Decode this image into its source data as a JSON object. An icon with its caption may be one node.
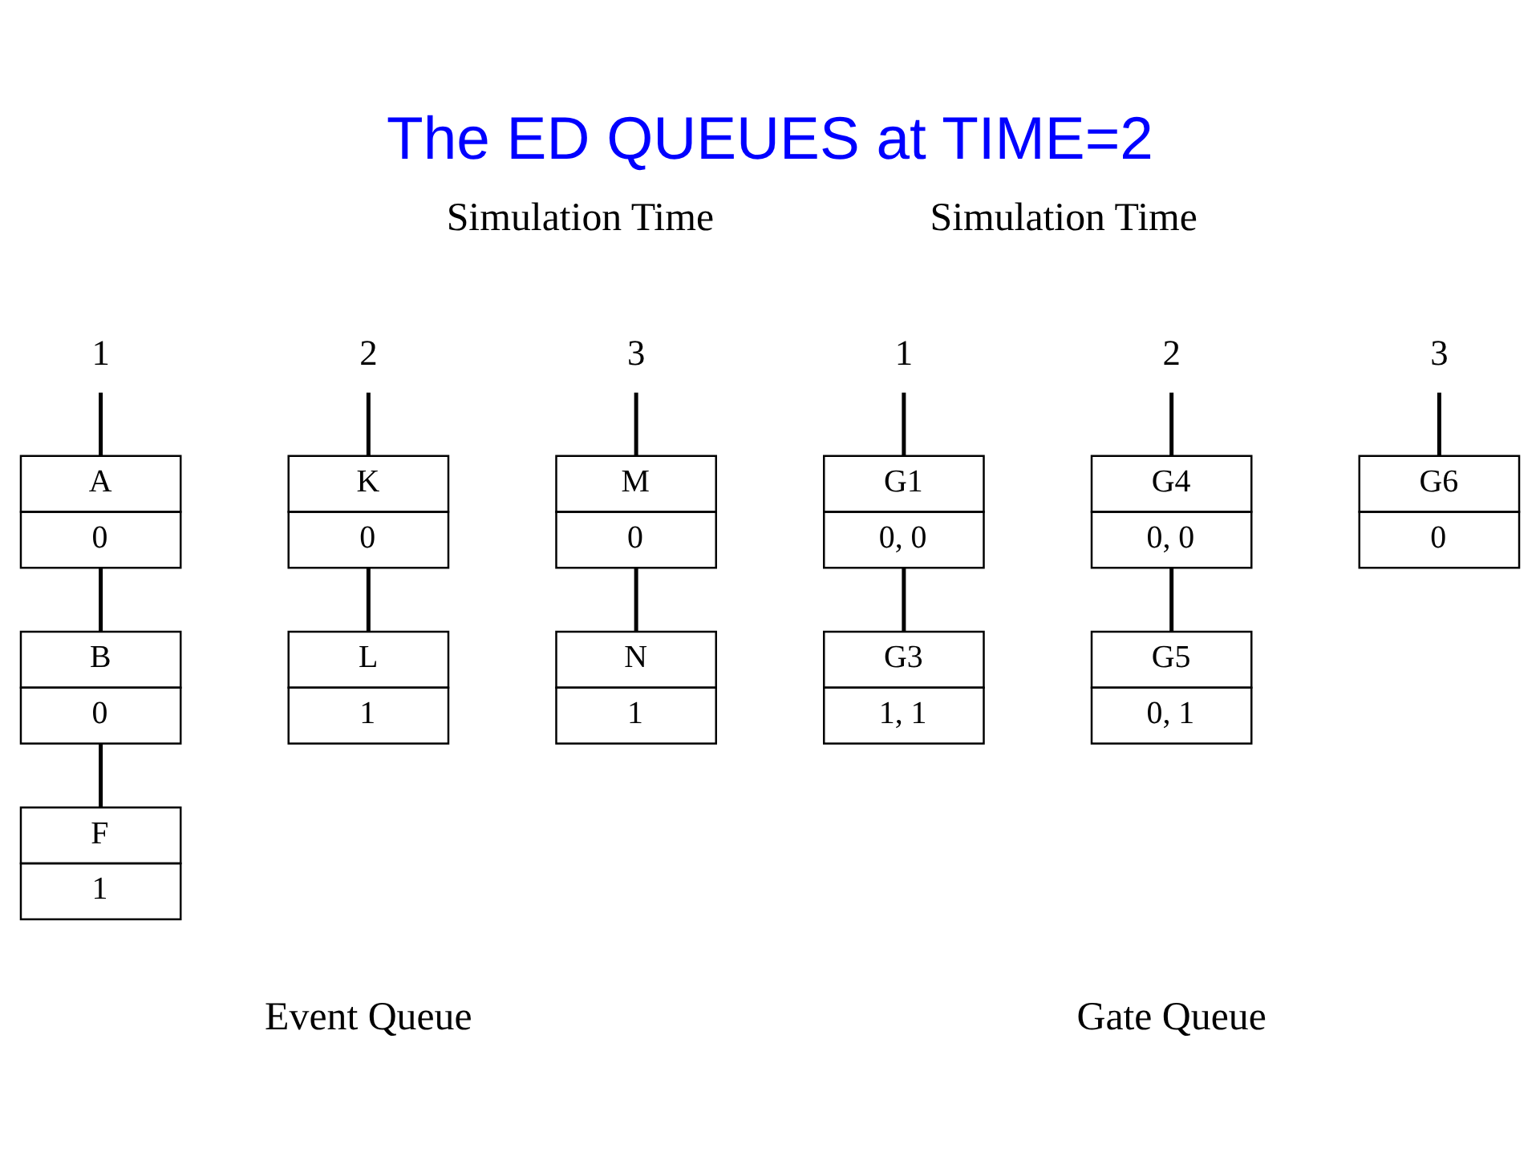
{
  "diagram": {
    "title": "The ED QUEUES at TIME=2",
    "nodes": [
      {
        "text": [
          "1"
        ]
      },
      {
        "text": [
          "2"
        ]
      },
      {
        "text": [
          "3"
        ]
      },
      {
        "text": [
          "A",
          "0"
        ]
      },
      {
        "text": [
          "K",
          "0"
        ]
      },
      {
        "text": [
          "M",
          "0"
        ]
      },
      {
        "text": [
          "B",
          "0"
        ]
      },
      {
        "text": [
          "L",
          "1"
        ]
      },
      {
        "text": [
          "N",
          "1"
        ]
      },
      {
        "text": [
          "F",
          "1"
        ]
      },
      {
        "text": [
          "1"
        ]
      },
      {
        "text": [
          "2"
        ]
      },
      {
        "text": [
          "3"
        ]
      },
      {
        "text": [
          "G1",
          "0, 0"
        ]
      },
      {
        "text": [
          "G4",
          "0, 0"
        ]
      },
      {
        "text": [
          "G6",
          "0"
        ]
      },
      {
        "text": [
          "G3",
          "1, 1"
        ]
      },
      {
        "text": [
          "G5",
          "0, 1"
        ]
      }
    ],
    "edges": [
      {
        "from": 0,
        "to": 3,
        "arrow": "none"
      },
      {
        "from": 3,
        "to": 6,
        "arrow": "none"
      },
      {
        "from": 6,
        "to": 9,
        "arrow": "none"
      },
      {
        "from": 1,
        "to": 4,
        "arrow": "none"
      },
      {
        "from": 4,
        "to": 7,
        "arrow": "none"
      },
      {
        "from": 2,
        "to": 5,
        "arrow": "none"
      },
      {
        "from": 5,
        "to": 8,
        "arrow": "none"
      },
      {
        "from": 10,
        "to": 13,
        "arrow": "none"
      },
      {
        "from": 13,
        "to": 16,
        "arrow": "none"
      },
      {
        "from": 11,
        "to": 14,
        "arrow": "none"
      },
      {
        "from": 14,
        "to": 17,
        "arrow": "none"
      },
      {
        "from": 12,
        "to": 15,
        "arrow": "none"
      }
    ],
    "labels": [
      "Simulation Time",
      "Simulation Time",
      "Event Queue",
      "Gate Queue"
    ]
  }
}
